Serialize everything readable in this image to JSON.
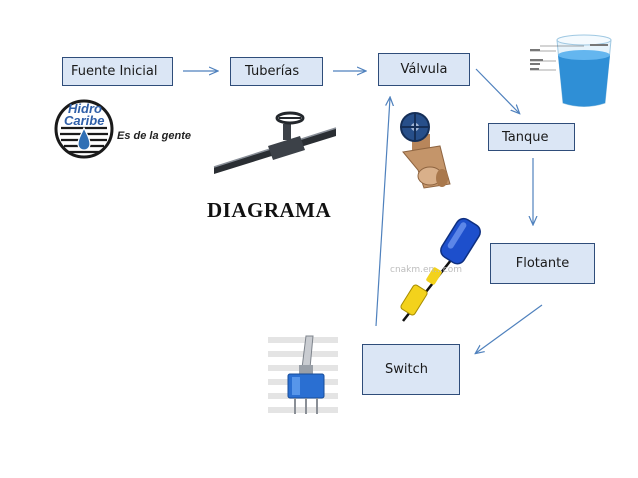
{
  "diagram": {
    "title": "DIAGRAMA",
    "nodes": {
      "fuente": "Fuente  Inicial",
      "tuberias": "Tuberías",
      "valvula": "Válvula",
      "tanque": "Tanque",
      "flotante": "Flotante",
      "switch": "Switch"
    }
  },
  "logo": {
    "name": "Hidro Caribe",
    "line1": "Hidro",
    "line2": "Caribe",
    "slogan": "Es de la gente"
  },
  "watermark": {
    "float": "cnakm.en...com"
  },
  "colors": {
    "node_fill": "#dbe6f5",
    "node_border": "#2f4d7a",
    "arrow": "#4f81bd"
  },
  "icons": [
    "logo-hidro-caribe",
    "pipe-valve-icon",
    "gate-valve-icon",
    "water-tank-icon",
    "float-switch-icon",
    "toggle-switch-icon"
  ]
}
